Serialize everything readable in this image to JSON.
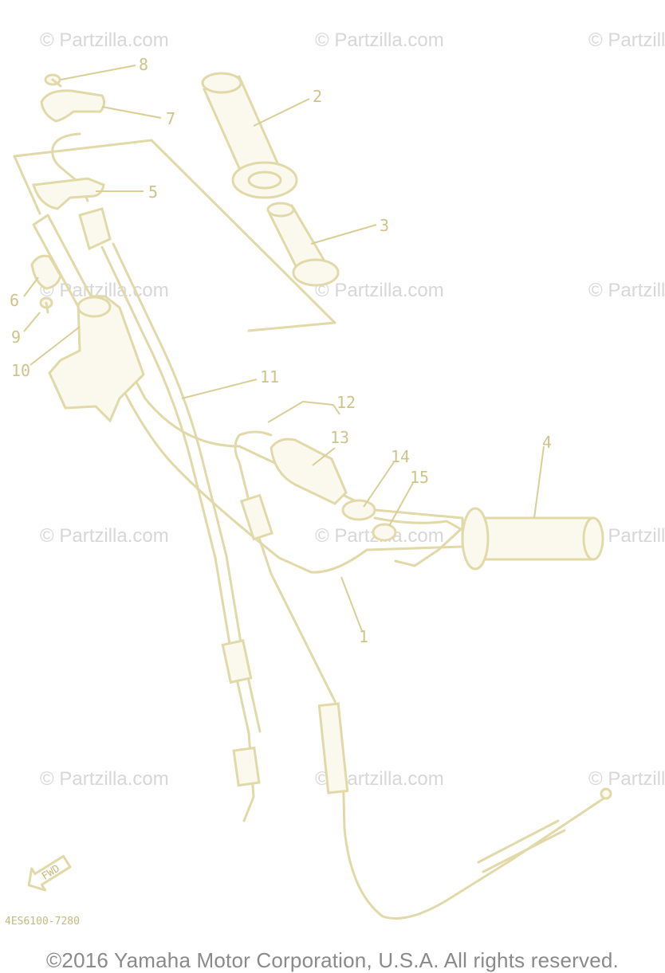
{
  "watermark_text": "© Partzilla.com",
  "callouts": [
    "1",
    "2",
    "3",
    "4",
    "5",
    "6",
    "7",
    "8",
    "9",
    "10",
    "11",
    "12",
    "13",
    "14",
    "15"
  ],
  "fwd_label": "FWD",
  "diagram_code": "4ES6100-7280",
  "copyright": "©2016 Yamaha Motor Corporation, U.S.A. All rights reserved.",
  "colors": {
    "line_art": "#e1d9a8",
    "callout_text": "#cfc487",
    "watermark": "#d7d7d7",
    "copyright": "#8a8a8a"
  }
}
